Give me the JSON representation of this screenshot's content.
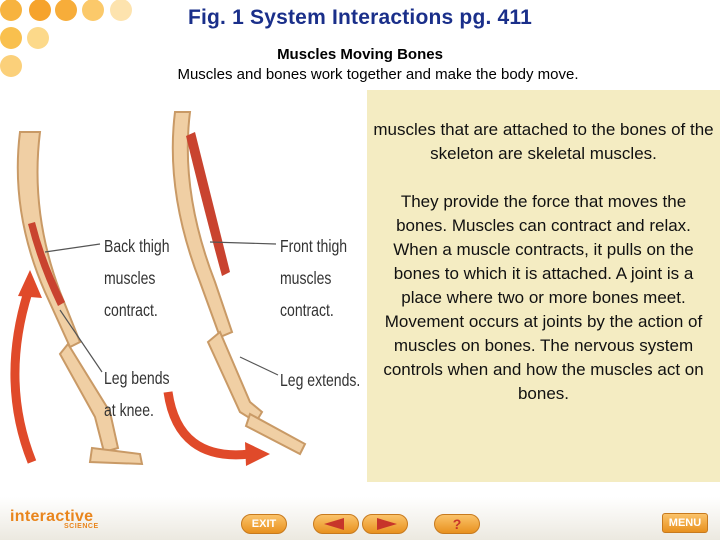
{
  "header": {
    "title": "Fig. 1  System Interactions pg. 411",
    "subtitle": "Muscles Moving Bones",
    "caption": "Muscles and bones work together and make the body move."
  },
  "figure": {
    "label_back_thigh": [
      "Back thigh",
      "muscles",
      "contract."
    ],
    "label_leg_bends": [
      "Leg bends",
      "at knee."
    ],
    "label_front_thigh": [
      "Front thigh",
      "muscles",
      "contract."
    ],
    "label_leg_extends": [
      "Leg extends."
    ]
  },
  "textbox": {
    "paragraph1": "muscles that are attached to the bones of the skeleton are skeletal muscles.",
    "paragraph2": "They provide the force that moves the bones. Muscles can contract and relax. When a muscle contracts, it pulls on the bones to which it is attached. A joint is a place where two or more bones meet. Movement occurs at joints by the action of muscles on bones. The nervous system controls when and how the muscles act on bones."
  },
  "footer": {
    "logo_main": "interactive",
    "logo_sub": "SCIENCE",
    "exit_label": "EXIT",
    "help_label": "?",
    "menu_label": "MENU"
  },
  "colors": {
    "title_blue": "#1a2f8a",
    "text_panel": "#f4ecc2",
    "orange_button": "#e8911f",
    "muscle_red": "#c9432f",
    "bone": "#e9c38b"
  },
  "icons": [
    "back-arrow-icon",
    "forward-arrow-icon",
    "help-icon"
  ]
}
